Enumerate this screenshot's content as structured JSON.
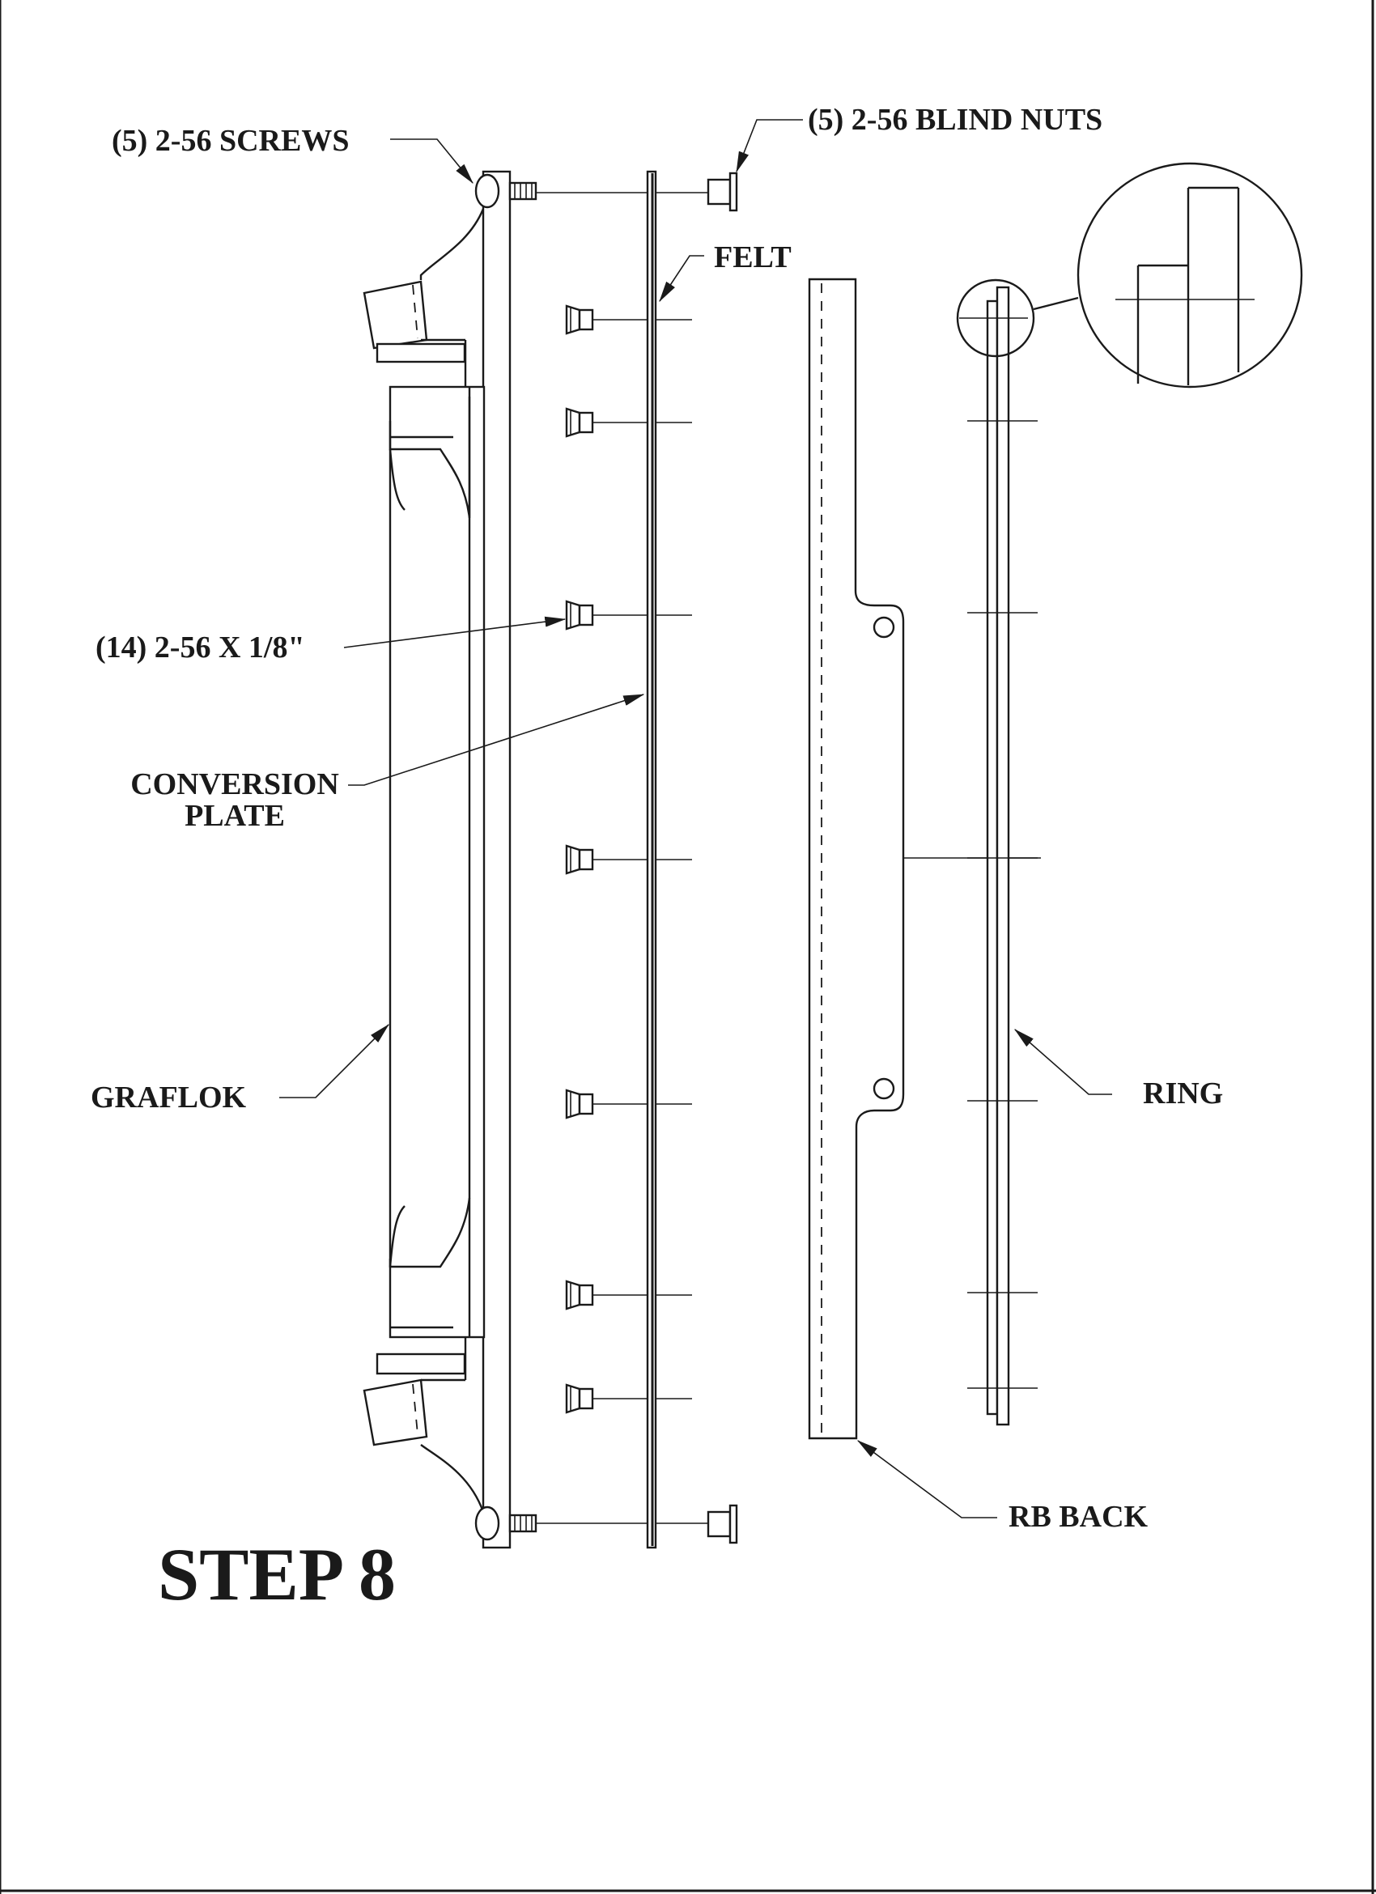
{
  "labels": {
    "screws": "(5) 2-56 SCREWS",
    "blind_nuts": "(5) 2-56 BLIND NUTS",
    "felt": "FELT",
    "short_screws": "(14) 2-56 X 1/8\"",
    "conversion_line1": "CONVERSION",
    "conversion_line2": "PLATE",
    "graflok": "GRAFLOK",
    "ring": "RING",
    "rb_back": "RB BACK"
  },
  "title": "STEP 8",
  "colors": {
    "ink": "#1a1a1a",
    "paper": "#ffffff"
  },
  "counts": {
    "screws": 5,
    "blind_nuts": 5,
    "short_screws": 14
  }
}
